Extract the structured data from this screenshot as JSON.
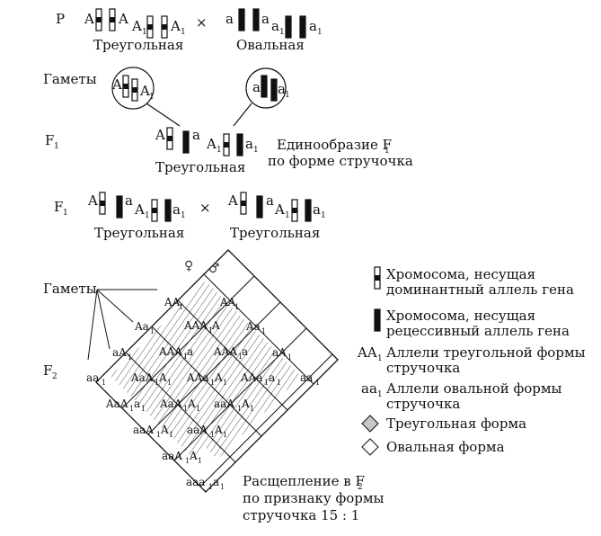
{
  "parents": {
    "p_label": "P",
    "cross": "×",
    "left_phenotype": "Треугольная",
    "right_phenotype": "Овальная",
    "left_alleles": {
      "a1": "A",
      "a2": "A",
      "a3": "A",
      "a3s": "1",
      "a4": "A",
      "a4s": "1"
    },
    "right_alleles": {
      "b1": "a",
      "b2": "a",
      "b3": "a",
      "b3s": "1",
      "b4": "a",
      "b4s": "1"
    }
  },
  "gametes_top": {
    "label": "Гаметы",
    "left": {
      "main": "A",
      "sub": "A",
      "subs": "1"
    },
    "right": {
      "main": "a",
      "sub": "a",
      "subs": "1"
    }
  },
  "f1": {
    "label": "F",
    "label_sub": "1",
    "alleles": {
      "x1": "A",
      "x2": "a",
      "x3": "A",
      "x3s": "1",
      "x4": "a",
      "x4s": "1"
    },
    "phenotype": "Треугольная",
    "note_line1": "Единообразие F",
    "note_line1_sub": "1",
    "note_line2": "по форме стручочка"
  },
  "f1_cross": {
    "label": "F",
    "label_sub": "1",
    "cross": "×",
    "left_phenotype": "Треугольная",
    "right_phenotype": "Треугольная",
    "left_alleles": {
      "y1": "A",
      "y2": "a",
      "y3": "A",
      "y3s": "1",
      "y4": "a",
      "y4s": "1"
    },
    "right_alleles": {
      "z1": "A",
      "z2": "a",
      "z3": "A",
      "z3s": "1",
      "z4": "a",
      "z4s": "1"
    }
  },
  "lattice": {
    "gametes_label": "Гаметы",
    "f2_label": "F",
    "f2_sub": "2",
    "female": "♀",
    "male": "♂",
    "header_cells": [
      {
        "main": "AA",
        "sub": "1"
      },
      {
        "main": "Aa",
        "sub": "1"
      },
      {
        "main": "aA",
        "sub": "1"
      },
      {
        "main": "aa",
        "sub": "1"
      }
    ],
    "cells": [
      {
        "main": "AAA",
        "sub": "1",
        "tail": "A",
        "tsub": "1"
      },
      {
        "main": "AAA",
        "sub": "1",
        "tail": "a",
        "tsub": "1"
      },
      {
        "main": "AaA",
        "sub": "1",
        "tail": "A",
        "tsub": "1"
      },
      {
        "main": "AaA",
        "sub": "1",
        "tail": "a",
        "tsub": "1"
      },
      {
        "main": "AAa",
        "sub": "1",
        "tail": "A",
        "tsub": "1"
      },
      {
        "main": "AAa",
        "sub": "1",
        "tail": "a",
        "tsub": "1"
      },
      {
        "main": "aaA",
        "sub": "1",
        "tail": "A",
        "tsub": "1"
      },
      {
        "main": "aaa",
        "sub": "1",
        "tail": "a",
        "tsub": "1"
      }
    ],
    "split_line1": "Расщепление в F",
    "split_sub": "2",
    "split_line2": "по признаку формы",
    "split_line3": "стручочка 15 : 1"
  },
  "legend": {
    "dominant_line1": "Хромосома, несущая",
    "dominant_line2": "доминантный аллель гена",
    "recessive_line1": "Хромосома, несущая",
    "recessive_line2": "рецессивный аллель гена",
    "tri_alleles_key": "AA",
    "tri_alleles_sub": "1",
    "tri_alleles_line1": "Аллели треугольной формы",
    "tri_alleles_line2": "стручочка",
    "oval_alleles_key": "aa",
    "oval_alleles_sub": "1",
    "oval_alleles_line1": "Аллели овальной формы",
    "oval_alleles_line2": "стручочка",
    "tri_form": "Треугольная форма",
    "oval_form": "Овальная форма"
  }
}
